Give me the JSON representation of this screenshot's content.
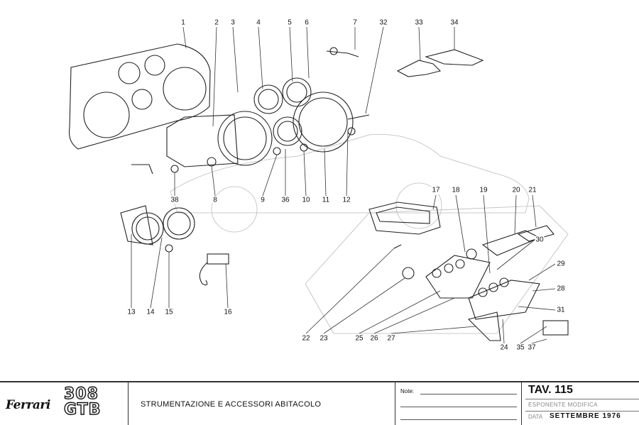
{
  "diagram": {
    "callouts": [
      "1",
      "2",
      "3",
      "4",
      "5",
      "6",
      "7",
      "32",
      "33",
      "34",
      "38",
      "8",
      "9",
      "36",
      "10",
      "11",
      "12",
      "17",
      "18",
      "19",
      "20",
      "21",
      "30",
      "29",
      "28",
      "31",
      "13",
      "14",
      "15",
      "16",
      "22",
      "23",
      "25",
      "26",
      "27",
      "24",
      "35",
      "37"
    ]
  },
  "titleblock": {
    "brand": "Ferrari",
    "model_line1": "308",
    "model_line2": "GTB",
    "title": "STRUMENTAZIONE E ACCESSORI ABITACOLO",
    "notes_label": "Note:",
    "table_number": "TAV. 115",
    "revision_label": "ESPONENTE MODIFICA",
    "date_label": "DATA",
    "date_value": "SETTEMBRE 1976"
  }
}
